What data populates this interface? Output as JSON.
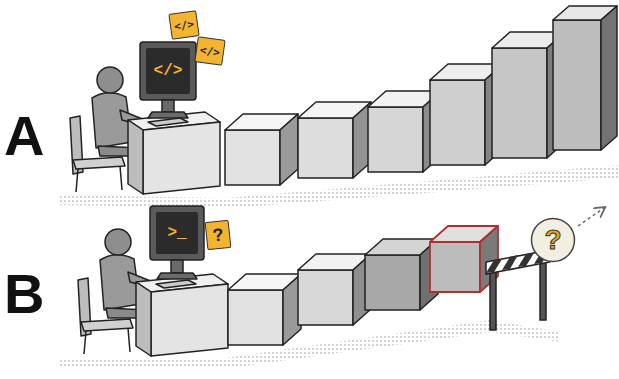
{
  "diagram": {
    "nodes": [
      {
        "text": [
          "</>"
        ]
      },
      {
        "text": [
          "</>"
        ]
      },
      {
        "text": [
          "</>"
        ]
      },
      {
        "text": [
          ">_"
        ]
      },
      {
        "text": [
          "?"
        ]
      },
      {
        "text": [
          "?"
        ]
      }
    ],
    "labels": [
      "A",
      "B"
    ]
  }
}
